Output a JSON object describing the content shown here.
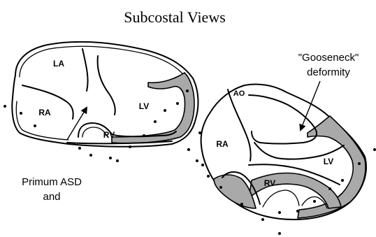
{
  "title": "Subcostal Views",
  "left_view": {
    "labels": {
      "la": "LA",
      "ra": "RA",
      "lv": "LV",
      "rv": "RV"
    },
    "callout": {
      "line1": "Primum ASD",
      "line2": "and"
    }
  },
  "right_view": {
    "labels": {
      "ao": "AO",
      "ra": "RA",
      "lv": "LV",
      "rv": "RV"
    },
    "callout": {
      "line1": "\"Gooseneck\"",
      "line2": "deformity"
    }
  },
  "colors": {
    "myocardium": "#a9a9a9",
    "outline": "#000000",
    "background": "#ffffff"
  }
}
